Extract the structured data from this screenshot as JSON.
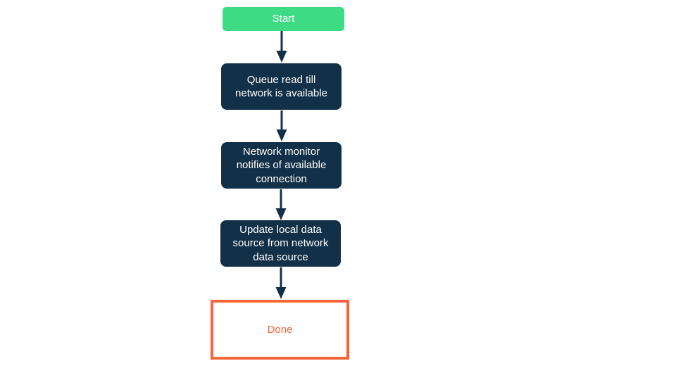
{
  "diagram": {
    "type": "flowchart",
    "orientation": "top-to-bottom",
    "background_color": "#ffffff",
    "nodes": [
      {
        "id": "start",
        "label": "Start",
        "shape": "rounded-rectangle",
        "role": "terminator-start",
        "fill_color": "#3ddc84",
        "text_color": "#ffffff",
        "border_color": "#3ddc84"
      },
      {
        "id": "queue-read",
        "label": "Queue read till\nnetwork is available",
        "shape": "rounded-rectangle",
        "role": "process",
        "fill_color": "#123047",
        "text_color": "#ffffff",
        "border_color": "#123047"
      },
      {
        "id": "network-monitor",
        "label": "Network monitor\nnotifies of available\nconnection",
        "shape": "rounded-rectangle",
        "role": "process",
        "fill_color": "#123047",
        "text_color": "#ffffff",
        "border_color": "#123047"
      },
      {
        "id": "update-local",
        "label": "Update local data\nsource from network\ndata source",
        "shape": "rounded-rectangle",
        "role": "process",
        "fill_color": "#123047",
        "text_color": "#ffffff",
        "border_color": "#123047"
      },
      {
        "id": "done",
        "label": "Done",
        "shape": "rectangle",
        "role": "terminator-end",
        "fill_color": "#ffffff",
        "text_color": "#f4663a",
        "border_color": "#f4663a"
      }
    ],
    "edges": [
      {
        "id": "edge-start-queue",
        "from": "start",
        "to": "queue-read",
        "label": "",
        "color": "#123047",
        "arrowhead": "filled-triangle"
      },
      {
        "id": "edge-queue-monitor",
        "from": "queue-read",
        "to": "network-monitor",
        "label": "",
        "color": "#123047",
        "arrowhead": "filled-triangle"
      },
      {
        "id": "edge-monitor-update",
        "from": "network-monitor",
        "to": "update-local",
        "label": "",
        "color": "#123047",
        "arrowhead": "filled-triangle"
      },
      {
        "id": "edge-update-done",
        "from": "update-local",
        "to": "done",
        "label": "",
        "color": "#123047",
        "arrowhead": "filled-triangle"
      }
    ]
  }
}
